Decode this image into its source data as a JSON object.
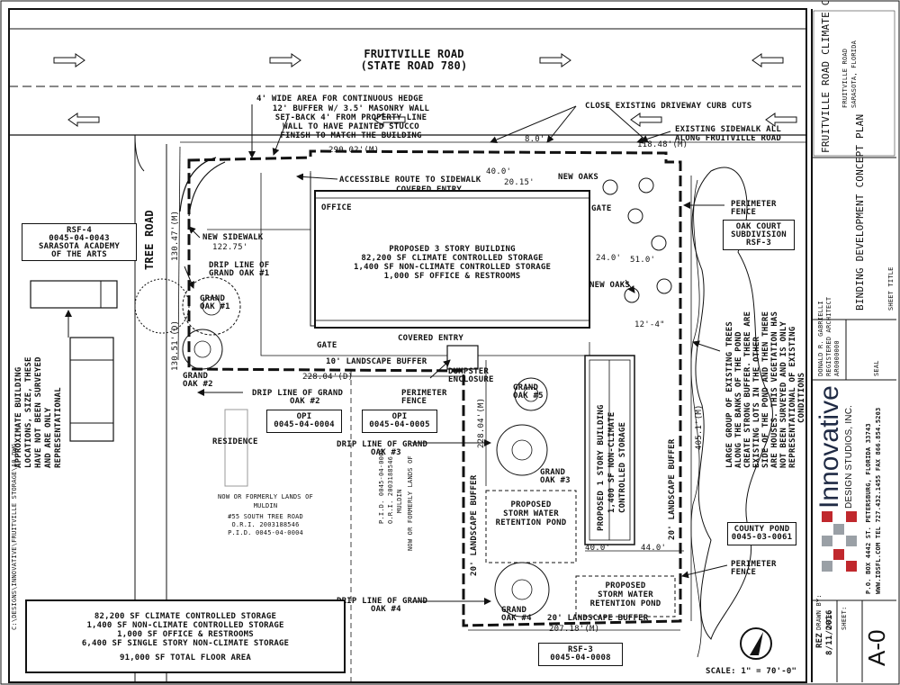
{
  "road": {
    "name": "FRUITVILLE ROAD",
    "sub": "(STATE ROAD 780)"
  },
  "tree_road": "TREE ROAD",
  "notes": {
    "hedge": "4' WIDE AREA FOR CONTINUOUS HEDGE",
    "buffer": [
      "12' BUFFER W/ 3.5' MASONRY WALL",
      "SET-BACK 4' FROM PROPERTY LINE",
      "WALL TO HAVE PAINTED STUCCO",
      "FINISH TO MATCH THE BUILDING"
    ],
    "curb_cuts": "CLOSE EXISTING DRIVEWAY CURB CUTS",
    "sidewalk": [
      "EXISTING SIDEWALK ALL",
      "ALONG FRUITVILLE ROAD"
    ],
    "accessible": "ACCESSIBLE ROUTE TO SIDEWALK",
    "covered_entry_top": "COVERED ENTRY",
    "covered_entry_bottom": "COVERED ENTRY",
    "office": "OFFICE",
    "new_oaks_top": "NEW OAKS",
    "new_oaks_mid": "NEW OAKS",
    "gate_top": "GATE",
    "gate_bottom": "GATE",
    "new_sidewalk": "NEW SIDEWALK",
    "drip_1": [
      "DRIP LINE OF",
      "GRAND OAK #1"
    ],
    "grand_oak_1": [
      "GRAND",
      "OAK #1"
    ],
    "grand_oak_2": [
      "GRAND",
      "OAK #2"
    ],
    "drip_2": "DRIP LINE OF GRAND",
    "drip_2b": "OAK #2",
    "landscape_10": "10' LANDSCAPE BUFFER",
    "dumpster": [
      "DUMPSTER",
      "ENCLOSURE"
    ],
    "perimeter_fence_mid": [
      "PERIMETER",
      "FENCE"
    ],
    "perimeter_fence_right": [
      "PERIMETER",
      "FENCE"
    ],
    "perimeter_fence_low": [
      "PERIMETER",
      "FENCE"
    ],
    "grand_oak_5": [
      "GRAND",
      "OAK #5"
    ],
    "grand_oak_3": [
      "GRAND",
      "OAK #3"
    ],
    "grand_oak_4": [
      "GRAND",
      "OAK #4"
    ],
    "drip_3": "DRIP LINE OF GRAND",
    "drip_3b": "OAK #3",
    "drip_4": "DRIP LINE OF GRAND",
    "drip_4b": "OAK #4",
    "storm_pond_1": [
      "PROPOSED",
      "STORM WATER",
      "RETENTION POND"
    ],
    "storm_pond_2": [
      "PROPOSED",
      "STORM WATER",
      "RETENTION POND"
    ],
    "landscape_20_left": "20' LANDSCAPE BUFFER",
    "landscape_20_right": "20' LANDSCAPE BUFFER",
    "landscape_20_bottom": "20' LANDSCAPE BUFFER",
    "residence": "RESIDENCE",
    "approx": [
      "APPROXIMATE BUILDING",
      "LOCATIONS, SIZE, THESE",
      "HAVE NOT BEEN SURVEYED",
      "AND ARE ONLY",
      "REPRESENTATIONAL"
    ],
    "large_group": [
      "LARGE GROUP OF EXISTING TREES",
      "ALONG THE BANKS OF THE POND",
      "CREATE STRONG BUFFER. THERE ARE",
      "EXISTING LOTS IN THE OTHER",
      "SIDE OF THE POND AND THEN THERE",
      "ARE HOUSES. THIS VEGETATION HAS",
      "NOT BEEN SURVEYED AND IS ONLY",
      "REPRESENTATIONAL OF EXISTING",
      "CONDITIONS"
    ],
    "muldin": [
      "NOW OR FORMERLY LANDS OF",
      "MULDIN",
      "#55 SOUTH TREE ROAD",
      "O.R.I. 2003188546",
      "P.I.D. 0045-04-0004"
    ],
    "muldin2": [
      "NOW OR FORMERLY LANDS OF",
      "MULDIN",
      "O.R.I. 2003188546",
      "P.I.D. 0045-04-0005"
    ]
  },
  "building": {
    "title": "PROPOSED 3 STORY BUILDING",
    "l1": "82,200 SF CLIMATE CONTROLLED STORAGE",
    "l2": "1,400 SF NON-CLIMATE CONTROLLED STORAGE",
    "l3": "1,000 SF OFFICE & RESTROOMS"
  },
  "small_building": [
    "PROPOSED 1 STORY BUILDING",
    "1,400 SF NON-CLIMATE",
    "CONTROLLED STORAGE"
  ],
  "dims": {
    "top": "290.02'(M)",
    "top_right": "118.48'(M)",
    "d8": "8.0'",
    "d20_15": "20.15'",
    "d40": "40.0'",
    "d24": "24.0'",
    "d51": "51.0'",
    "d12": "12'-4\"",
    "d122": "122.75'",
    "d130a": "130.47'(M)",
    "d130b": "130.51'(D)",
    "d228d": "228.04'(D)",
    "d228m": "228.04'(M)",
    "d405": "405.1'(M)",
    "d40b": "40.0'",
    "d44": "44.0'",
    "d207": "207.18'(M)"
  },
  "parcels": {
    "rsf4": [
      "RSF-4",
      "0045-04-0043",
      "SARASOTA ACADEMY",
      "OF THE ARTS"
    ],
    "oak_court": [
      "OAK COURT",
      "SUBDIVISION",
      "RSF-3"
    ],
    "opi1": [
      "OPI",
      "0045-04-0004"
    ],
    "opi2": [
      "OPI",
      "0045-04-0005"
    ],
    "county_pond": [
      "COUNTY POND",
      "0045-03-0061"
    ],
    "rsf3": [
      "RSF-3",
      "0045-04-0008"
    ]
  },
  "summary": [
    "82,200 SF CLIMATE CONTROLLED STORAGE",
    "1,400 SF NON-CLIMATE CONTROLLED STORAGE",
    "1,000 SF OFFICE & RESTROOMS",
    "6,400 SF SINGLE STORY NON-CLIMATE STORAGE"
  ],
  "summary_total": "91,000 SF TOTAL FLOOR AREA",
  "scale": "SCALE: 1\" = 70'-0\"",
  "file_path": "C:\\DESIGNS\\INNOVATIVE\\FRUITVILLE STORAGE\\A0.DWG",
  "title_block": {
    "project": "FRUITVILLE ROAD CLIMATE CONTROLLED STORAGE",
    "address": [
      "FRUITVILLE ROAD",
      "SARASOTA, FLORIDA"
    ],
    "sheet_title": "BINDING DEVELOPMENT CONCEPT PLAN",
    "sheet_title_label": "SHEET TITLE",
    "architect": [
      "DONALD R. GABRIELLI",
      "REGISTERED ARCHITECT",
      "AR0000000"
    ],
    "company": "Innovative",
    "company_sub": "DESIGN STUDIOS, INC.",
    "contact": [
      "P.O. BOX 4442 ST. PETERSBURG, FLORIDA 33743",
      "WWW.IDSFL.COM  TEL 727.432.1455  FAX 866.854.5203"
    ],
    "seal": "SEAL",
    "drawn_label": "DRAWN BY:",
    "drawn": "REZ",
    "date_label": "DATE:",
    "date": "8/11/2016",
    "sheet_label": "SHEET:",
    "sheet": "A-0"
  },
  "colors": {
    "line": "#111111",
    "accent_red": "#c0282d",
    "accent_grey": "#9aa0a6"
  }
}
